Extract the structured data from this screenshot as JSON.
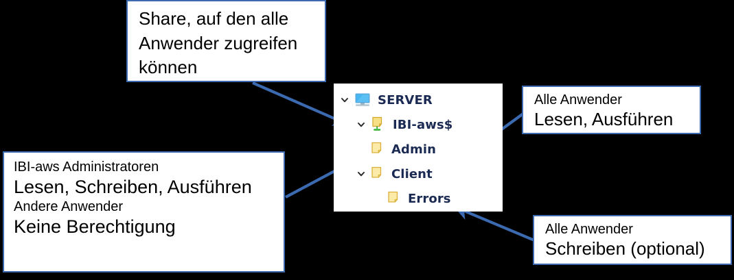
{
  "diagram": {
    "title": "Share permission diagram",
    "accent_color": "#3b6ab0",
    "panel_background": "#ffffff",
    "page_background": "#000000",
    "folder_color": "#f2c75c",
    "share_base_color": "#2fa82f",
    "monitor_color": "#3ea9f0"
  },
  "callouts": [
    {
      "id": "share",
      "name": "callout-share",
      "lines": [
        "Share, auf den alle",
        "Anwender zugreifen",
        "können"
      ],
      "style": [
        "big",
        "big",
        "big"
      ]
    },
    {
      "id": "admins",
      "name": "callout-admins",
      "lines": [
        "IBI-aws Administratoren",
        "Lesen, Schreiben, Ausführen",
        "",
        "Andere Anwender",
        "Keine Berechtigung"
      ],
      "style": [
        "small",
        "big",
        "gap",
        "small",
        "big"
      ]
    },
    {
      "id": "allusers-read",
      "name": "callout-allusers-read",
      "lines": [
        "Alle Anwender",
        "Lesen, Ausführen"
      ],
      "style": [
        "small",
        "big"
      ]
    },
    {
      "id": "allusers-write",
      "name": "callout-allusers-write",
      "lines": [
        "Alle Anwender",
        "Schreiben (optional)"
      ],
      "style": [
        "small",
        "big"
      ]
    }
  ],
  "tree": {
    "name": "folder-tree",
    "rows": [
      {
        "label": "SERVER",
        "icon": "computer-icon",
        "expander": "chevron-down-icon",
        "level": 1
      },
      {
        "label": "IBI-aws$",
        "icon": "shared-folder-icon",
        "expander": "chevron-down-icon",
        "level": 2
      },
      {
        "label": "Admin",
        "icon": "folder-icon",
        "expander": "none",
        "level": 3
      },
      {
        "label": "Client",
        "icon": "folder-icon",
        "expander": "chevron-down-icon",
        "level": 3
      },
      {
        "label": "Errors",
        "icon": "folder-icon",
        "expander": "none",
        "level": 4
      }
    ]
  },
  "arrows": [
    {
      "name": "arrow-share-to-ibi-aws",
      "from": "callout-share",
      "to": "tree-row-ibi-aws"
    },
    {
      "name": "arrow-admins-to-admin",
      "from": "callout-admins",
      "to": "tree-row-admin"
    },
    {
      "name": "arrow-allusers-to-client",
      "from": "callout-allusers-read",
      "to": "tree-row-client"
    },
    {
      "name": "arrow-allusers-to-errors",
      "from": "callout-allusers-write",
      "to": "tree-row-errors"
    }
  ]
}
